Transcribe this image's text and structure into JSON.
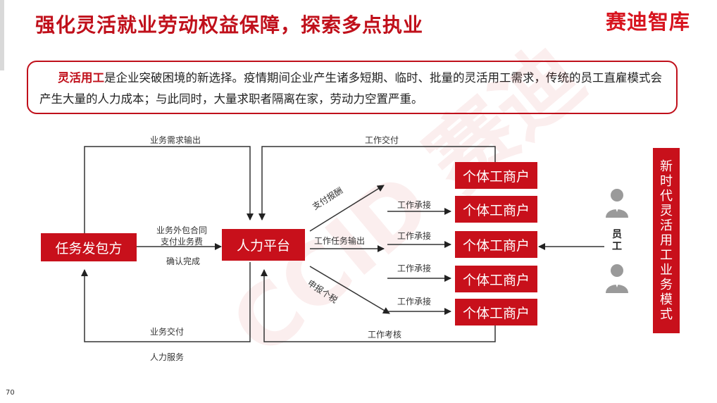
{
  "header": {
    "title": "强化灵活就业劳动权益保障，探索多点执业",
    "logo": "赛迪智库"
  },
  "intro": {
    "highlight": "灵活用工",
    "text": "是企业突破困境的新选择。疫情期间企业产生诸多短期、临时、批量的灵活用工需求，传统的员工直雇模式会产生大量的人力成本；与此同时，大量求职者隔离在家，劳动力空置严重。"
  },
  "watermark": "CCID 赛迪",
  "diagram": {
    "outsourcer": "任务发包方",
    "platform": "人力平台",
    "merchants": [
      "个体工商户",
      "个体工商户",
      "个体工商户",
      "个体工商户",
      "个体工商户"
    ],
    "labels": {
      "demand_output": "业务需求输出",
      "work_delivery_top": "工作交付",
      "outsourcing_contract": "业务外包合同",
      "pay_service_fee": "支付业务费",
      "confirm_done": "确认完成",
      "business_delivery": "业务交付",
      "hr_service": "人力服务",
      "pay_reward": "支付报酬",
      "task_output": "工作任务输出",
      "declare_tax": "申报个税",
      "work_accept": [
        "工作承接",
        "工作承接",
        "工作承接",
        "工作承接"
      ],
      "work_assess": "工作考核"
    },
    "employee_label": "员工",
    "side_label": "新时代灵活用工业务模式"
  },
  "page_number": "70",
  "colors": {
    "brand_red": "#c8101b"
  }
}
